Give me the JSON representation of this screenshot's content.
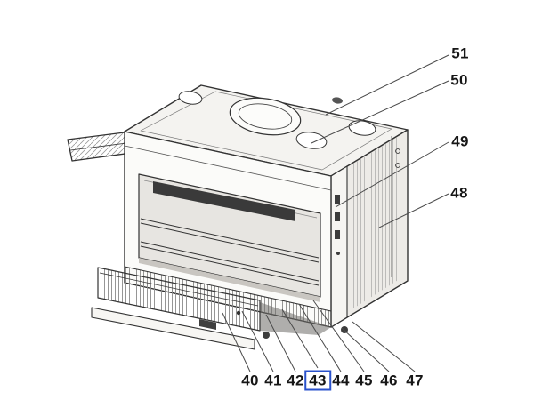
{
  "figure": {
    "line_color": "#333333",
    "highlight_color": "#2a52cc",
    "background": "#ffffff"
  },
  "callouts": {
    "right": [
      {
        "label": "51",
        "selected": false
      },
      {
        "label": "50",
        "selected": false
      },
      {
        "label": "49",
        "selected": false
      },
      {
        "label": "48",
        "selected": false
      }
    ],
    "bottom": [
      {
        "label": "40",
        "selected": false
      },
      {
        "label": "41",
        "selected": false
      },
      {
        "label": "42",
        "selected": false
      },
      {
        "label": "43",
        "selected": true
      },
      {
        "label": "44",
        "selected": false
      },
      {
        "label": "45",
        "selected": false
      },
      {
        "label": "46",
        "selected": false
      },
      {
        "label": "47",
        "selected": false
      }
    ]
  }
}
